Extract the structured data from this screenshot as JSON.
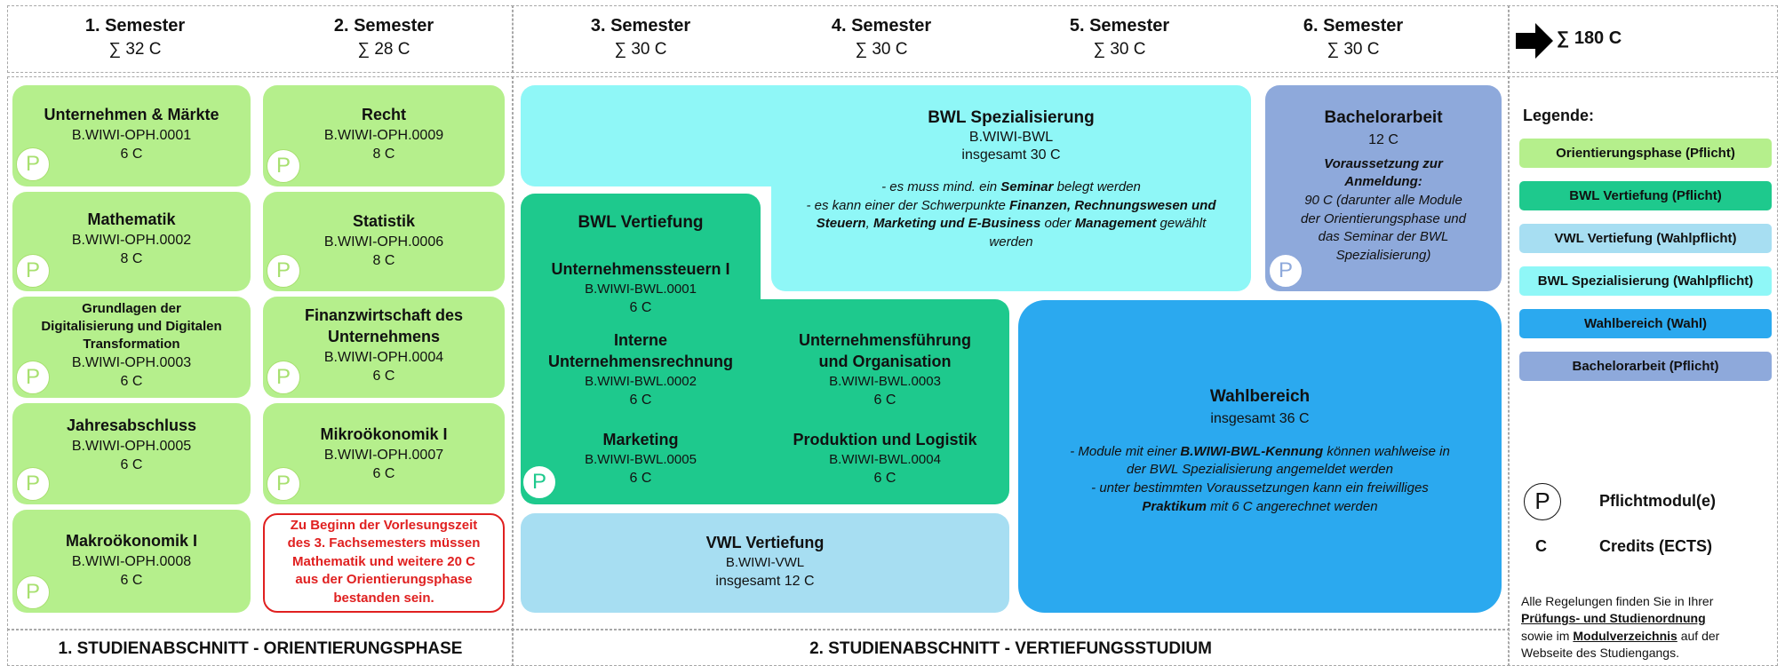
{
  "semesters": [
    {
      "label": "1. Semester",
      "credits": "∑ 32 C"
    },
    {
      "label": "2. Semester",
      "credits": "∑ 28 C"
    },
    {
      "label": "3. Semester",
      "credits": "∑ 30 C"
    },
    {
      "label": "4. Semester",
      "credits": "∑ 30 C"
    },
    {
      "label": "5. Semester",
      "credits": "∑ 30 C"
    },
    {
      "label": "6. Semester",
      "credits": "∑ 30 C"
    }
  ],
  "total": "∑ 180 C",
  "p_symbol": "P",
  "col1": [
    {
      "title": "Unternehmen & Märkte",
      "code": "B.WIWI-OPH.0001",
      "credits": "6 C"
    },
    {
      "title": "Mathematik",
      "code": "B.WIWI-OPH.0002",
      "credits": "8 C"
    },
    {
      "title_lines": [
        "Grundlagen der",
        "Digitalisierung und Digitalen",
        "Transformation"
      ],
      "code": "B.WIWI-OPH.0003",
      "credits": "6 C"
    },
    {
      "title": "Jahresabschluss",
      "code": "B.WIWI-OPH.0005",
      "credits": "6 C"
    },
    {
      "title": "Makroökonomik I",
      "code": "B.WIWI-OPH.0008",
      "credits": "6 C"
    }
  ],
  "col2": [
    {
      "title": "Recht",
      "code": "B.WIWI-OPH.0009",
      "credits": "8 C"
    },
    {
      "title": "Statistik",
      "code": "B.WIWI-OPH.0006",
      "credits": "8 C"
    },
    {
      "title_lines": [
        "Finanzwirtschaft des",
        "Unternehmens"
      ],
      "code": "B.WIWI-OPH.0004",
      "credits": "6 C"
    },
    {
      "title": "Mikroökonomik I",
      "code": "B.WIWI-OPH.0007",
      "credits": "6 C"
    }
  ],
  "note_red": [
    "Zu Beginn der Vorlesungszeit",
    "des 3. Fachsemesters müssen",
    "Mathematik und weitere 20 C",
    "aus der Orientierungsphase",
    "bestanden sein."
  ],
  "bwl_spez": {
    "title": "BWL Spezialisierung",
    "code": "B.WIWI-BWL",
    "total": "insgesamt 30 C",
    "n1": "- es muss mind. ein ",
    "n1b": "Seminar",
    "n1c": " belegt werden",
    "n2a": "- es kann einer der Schwerpunkte ",
    "n2b": "Finanzen, Rechnungswesen und",
    "n3a": "Steuern",
    "n3b": ", ",
    "n3c": "Marketing und E-Business",
    "n3d": " oder ",
    "n3e": "Management",
    "n3f": " gewählt",
    "n4": "werden"
  },
  "bachelor": {
    "title": "Bachelorarbeit",
    "credits": "12 C",
    "req1": "Voraussetzung zur",
    "req2": "Anmeldung:",
    "l1": "90 C (darunter alle Module",
    "l2": "der Orientierungsphase und",
    "l3": "das Seminar der BWL",
    "l4": "Spezialisierung)"
  },
  "bwl_vert": {
    "title": "BWL Vertiefung",
    "modules": [
      {
        "title": "Unternehmenssteuern I",
        "code": "B.WIWI-BWL.0001",
        "credits": "6 C"
      },
      {
        "title_lines": [
          "Interne",
          "Unternehmensrechnung"
        ],
        "code": "B.WIWI-BWL.0002",
        "credits": "6 C"
      },
      {
        "title_lines": [
          "Unternehmensführung",
          "und Organisation"
        ],
        "code": "B.WIWI-BWL.0003",
        "credits": "6 C"
      },
      {
        "title": "Marketing",
        "code": "B.WIWI-BWL.0005",
        "credits": "6 C"
      },
      {
        "title": "Produktion und Logistik",
        "code": "B.WIWI-BWL.0004",
        "credits": "6 C"
      }
    ]
  },
  "vwl": {
    "title": "VWL Vertiefung",
    "code": "B.WIWI-VWL",
    "total": "insgesamt 12 C"
  },
  "wahl": {
    "title": "Wahlbereich",
    "total": "insgesamt 36 C",
    "l1a": "- Module mit einer ",
    "l1b": "B.WIWI-BWL-Kennung",
    "l1c": " können wahlweise in",
    "l2": "der BWL Spezialisierung angemeldet werden",
    "l3": "- unter bestimmten Voraussetzungen kann ein freiwilliges",
    "l4a": "Praktikum",
    "l4b": " mit 6 C angerechnet werden"
  },
  "legend": {
    "title": "Legende:",
    "items": [
      {
        "label": "Orientierungsphase (Pflicht)",
        "color": "#b5ef8c"
      },
      {
        "label": "BWL Vertiefung (Pflicht)",
        "color": "#1ec98d"
      },
      {
        "label": "VWL Vertiefung (Wahlpflicht)",
        "color": "#a7def2"
      },
      {
        "label": "BWL Spezialisierung (Wahlpflicht)",
        "color": "#8ff7f7"
      },
      {
        "label": "Wahlbereich (Wahl)",
        "color": "#2ba9ef"
      },
      {
        "label": "Bachelorarbeit (Pflicht)",
        "color": "#8ea9db"
      }
    ],
    "p_label": "Pflichtmodul(e)",
    "c_symbol": "C",
    "c_label": "Credits (ECTS)"
  },
  "rules": {
    "l1": "Alle Regelungen finden Sie in Ihrer",
    "l2": "Prüfungs- und Studienordnung",
    "l3a": "sowie im ",
    "l3b": "Modulverzeichnis",
    "l3c": " auf der",
    "l4": "Webseite des Studiengangs."
  },
  "footer": {
    "left": "1. STUDIENABSCHNITT - ORIENTIERUNGSPHASE",
    "right": "2. STUDIENABSCHNITT - VERTIEFUNGSSTUDIUM"
  },
  "colors": {
    "note_red": "#e02020",
    "arrow": "#000000"
  }
}
